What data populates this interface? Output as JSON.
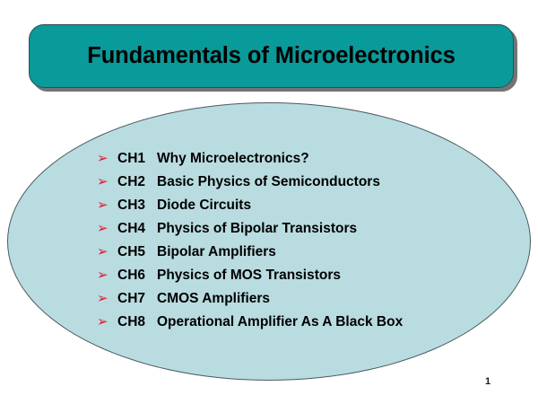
{
  "slide": {
    "title": "Fundamentals of Microelectronics",
    "page_number": "1",
    "colors": {
      "title_banner_fill": "#099a9a",
      "title_banner_border": "#2f4f4f",
      "title_banner_shadow": "#5c5c5c",
      "title_text": "#000000",
      "ellipse_fill": "#b9dce0",
      "ellipse_border": "#4a5a60",
      "bullet_marker": "#e8172a",
      "body_text": "#000000",
      "slide_background": "#ffffff"
    }
  },
  "contents": {
    "bullet_glyph": "➢",
    "bullet_icon_name": "red-arrowhead-bullet-icon",
    "items": [
      {
        "code": "CH1",
        "label": "Why Microelectronics?"
      },
      {
        "code": "CH2",
        "label": "Basic Physics of Semiconductors"
      },
      {
        "code": "CH3",
        "label": "Diode Circuits"
      },
      {
        "code": "CH4",
        "label": "Physics of Bipolar Transistors"
      },
      {
        "code": "CH5",
        "label": "Bipolar Amplifiers"
      },
      {
        "code": "CH6",
        "label": "Physics of MOS Transistors"
      },
      {
        "code": "CH7",
        "label": "CMOS Amplifiers"
      },
      {
        "code": "CH8",
        "label": "Operational Amplifier As A Black Box"
      }
    ]
  }
}
